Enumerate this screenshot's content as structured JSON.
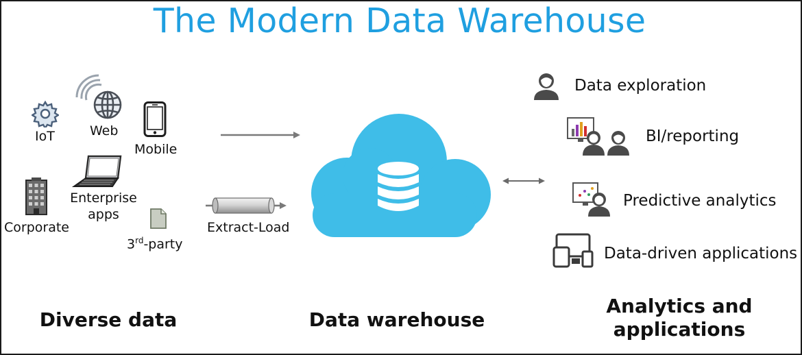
{
  "title": "The Modern Data Warehouse",
  "sources": {
    "iot": "IoT",
    "web": "Web",
    "mobile": "Mobile",
    "enterprise_line1": "Enterprise",
    "enterprise_line2": "apps",
    "corporate": "Corporate",
    "third_party_prefix": "3",
    "third_party_sup": "rd",
    "third_party_suffix": "-party"
  },
  "extract_load": "Extract-Load",
  "outputs": {
    "exploration": "Data exploration",
    "bi": "BI/reporting",
    "predictive": "Predictive analytics",
    "apps": "Data-driven applications"
  },
  "sections": {
    "diverse": "Diverse data",
    "warehouse": "Data warehouse",
    "analytics_line1": "Analytics and",
    "analytics_line2": "applications"
  },
  "colors": {
    "title": "#1f9fe0",
    "cloud": "#3fbde8",
    "icon": "#3a3a3a",
    "arrow": "#7a7a7a"
  },
  "icons": [
    "gear-icon",
    "globe-wifi-icon",
    "smartphone-icon",
    "laptop-icon",
    "building-icon",
    "document-icon",
    "pipe-icon",
    "cloud-database-icon",
    "user-icon",
    "dashboard-users-icon",
    "presentation-user-icon",
    "devices-icon"
  ]
}
